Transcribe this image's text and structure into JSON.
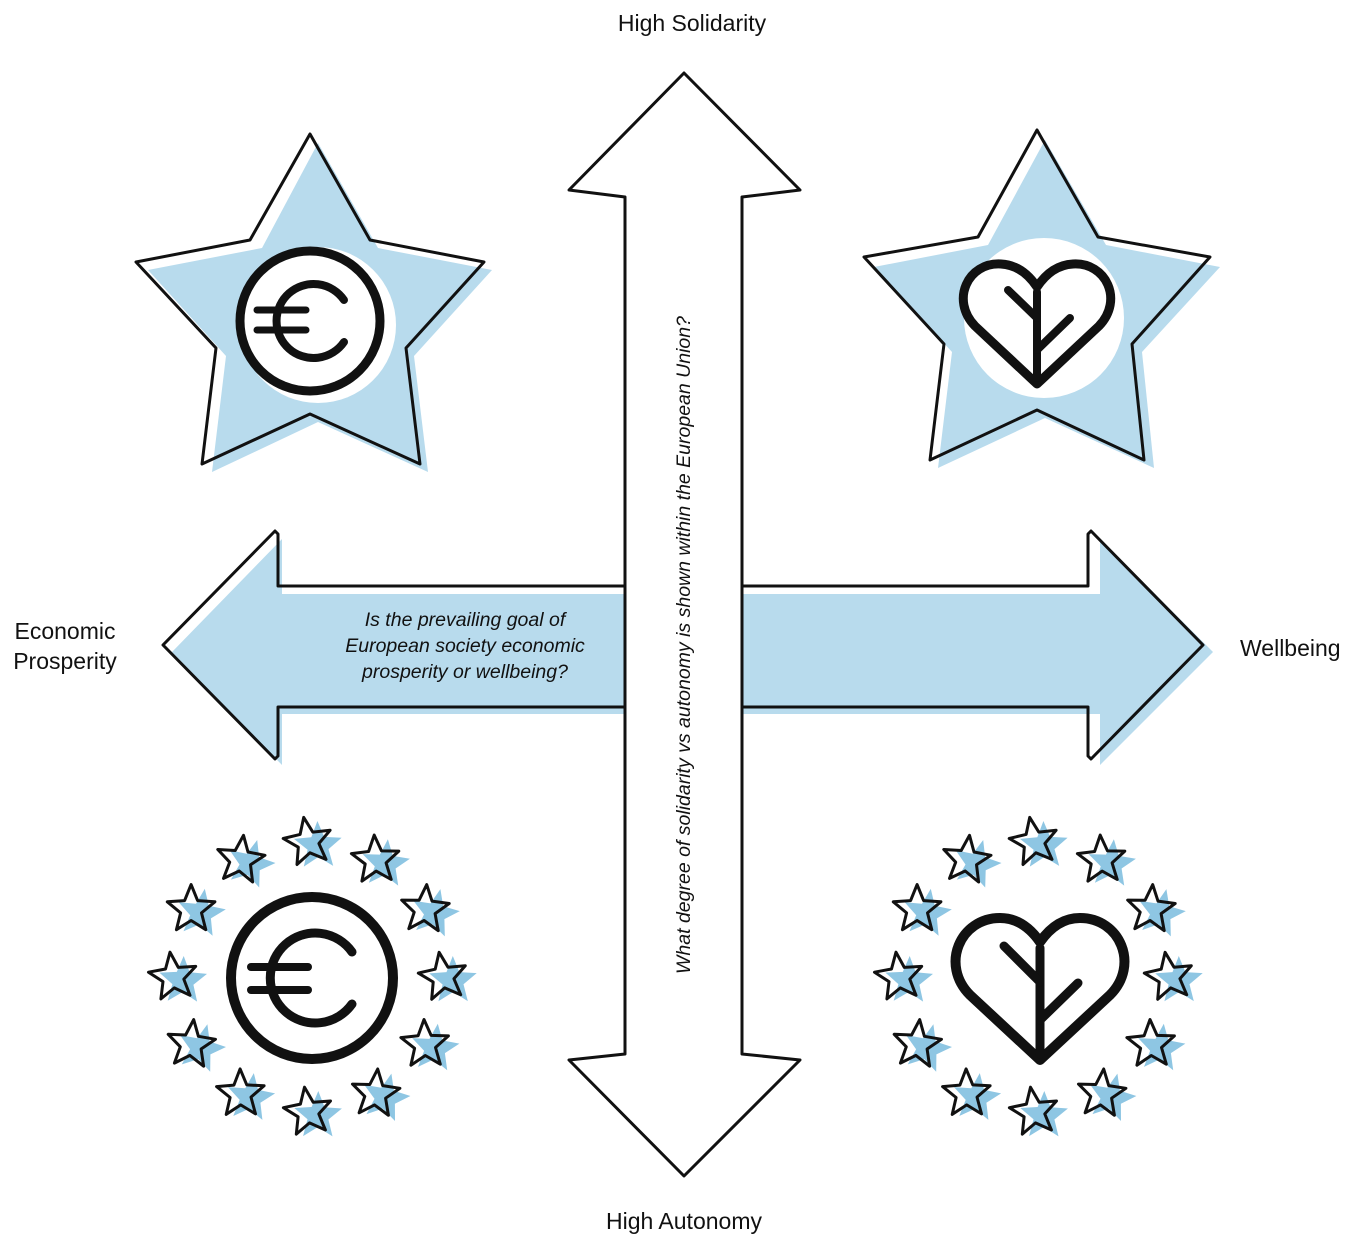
{
  "axes": {
    "top": "High Solidarity",
    "bottom": "High Autonomy",
    "left": [
      "Economic",
      "Prosperity"
    ],
    "right": "Wellbeing"
  },
  "questions": {
    "horizontal": [
      "Is the prevailing goal of",
      "European society economic",
      "prosperity or wellbeing?"
    ],
    "vertical": "What degree of solidarity vs autonomy is shown within the European Union?"
  },
  "quadrants": {
    "top_left": {
      "shape": "large-star",
      "icon": "euro-icon"
    },
    "top_right": {
      "shape": "large-star",
      "icon": "heart-tree-icon"
    },
    "bottom_left": {
      "shape": "ring-of-stars",
      "icon": "euro-icon"
    },
    "bottom_right": {
      "shape": "ring-of-stars",
      "icon": "heart-tree-icon"
    }
  },
  "colors": {
    "fill_blue": "#b8dbed",
    "small_star_blue": "#8ec6e3",
    "outline": "#111111",
    "background": "#ffffff"
  }
}
